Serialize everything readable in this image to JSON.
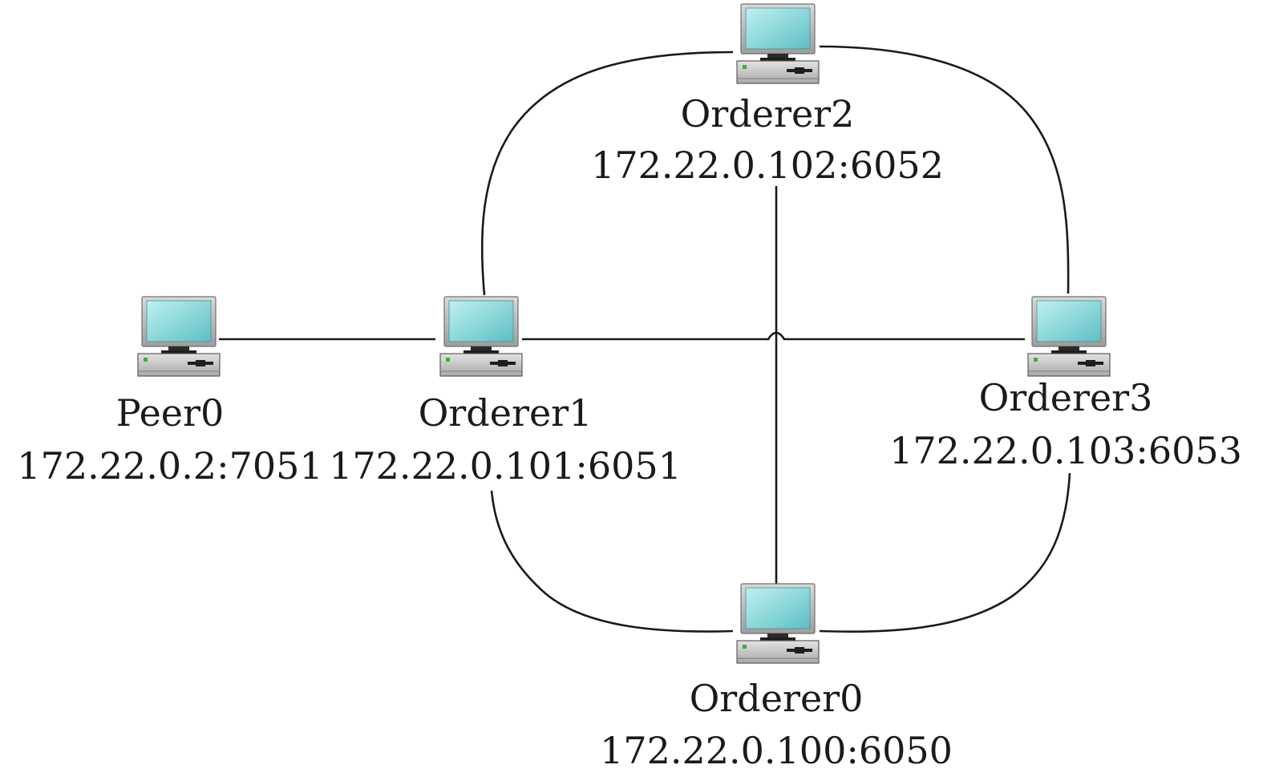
{
  "nodes": [
    {
      "id": "peer0",
      "name": "Peer0",
      "address": "172.22.0.2:7051"
    },
    {
      "id": "orderer1",
      "name": "Orderer1",
      "address": "172.22.0.101:6051"
    },
    {
      "id": "orderer2",
      "name": "Orderer2",
      "address": "172.22.0.102:6052"
    },
    {
      "id": "orderer3",
      "name": "Orderer3",
      "address": "172.22.0.103:6053"
    },
    {
      "id": "orderer0",
      "name": "Orderer0",
      "address": "172.22.0.100:6050"
    }
  ],
  "links": [
    {
      "from": "peer0",
      "to": "orderer1"
    },
    {
      "from": "orderer1",
      "to": "orderer2"
    },
    {
      "from": "orderer2",
      "to": "orderer3"
    },
    {
      "from": "orderer3",
      "to": "orderer0"
    },
    {
      "from": "orderer0",
      "to": "orderer1"
    },
    {
      "from": "orderer1",
      "to": "orderer3"
    },
    {
      "from": "orderer2",
      "to": "orderer0"
    }
  ],
  "colors": {
    "line": "#1a1a1a",
    "screen": "#8fd6d6",
    "case": "#c4c4c4",
    "led": "#2fb52f"
  }
}
